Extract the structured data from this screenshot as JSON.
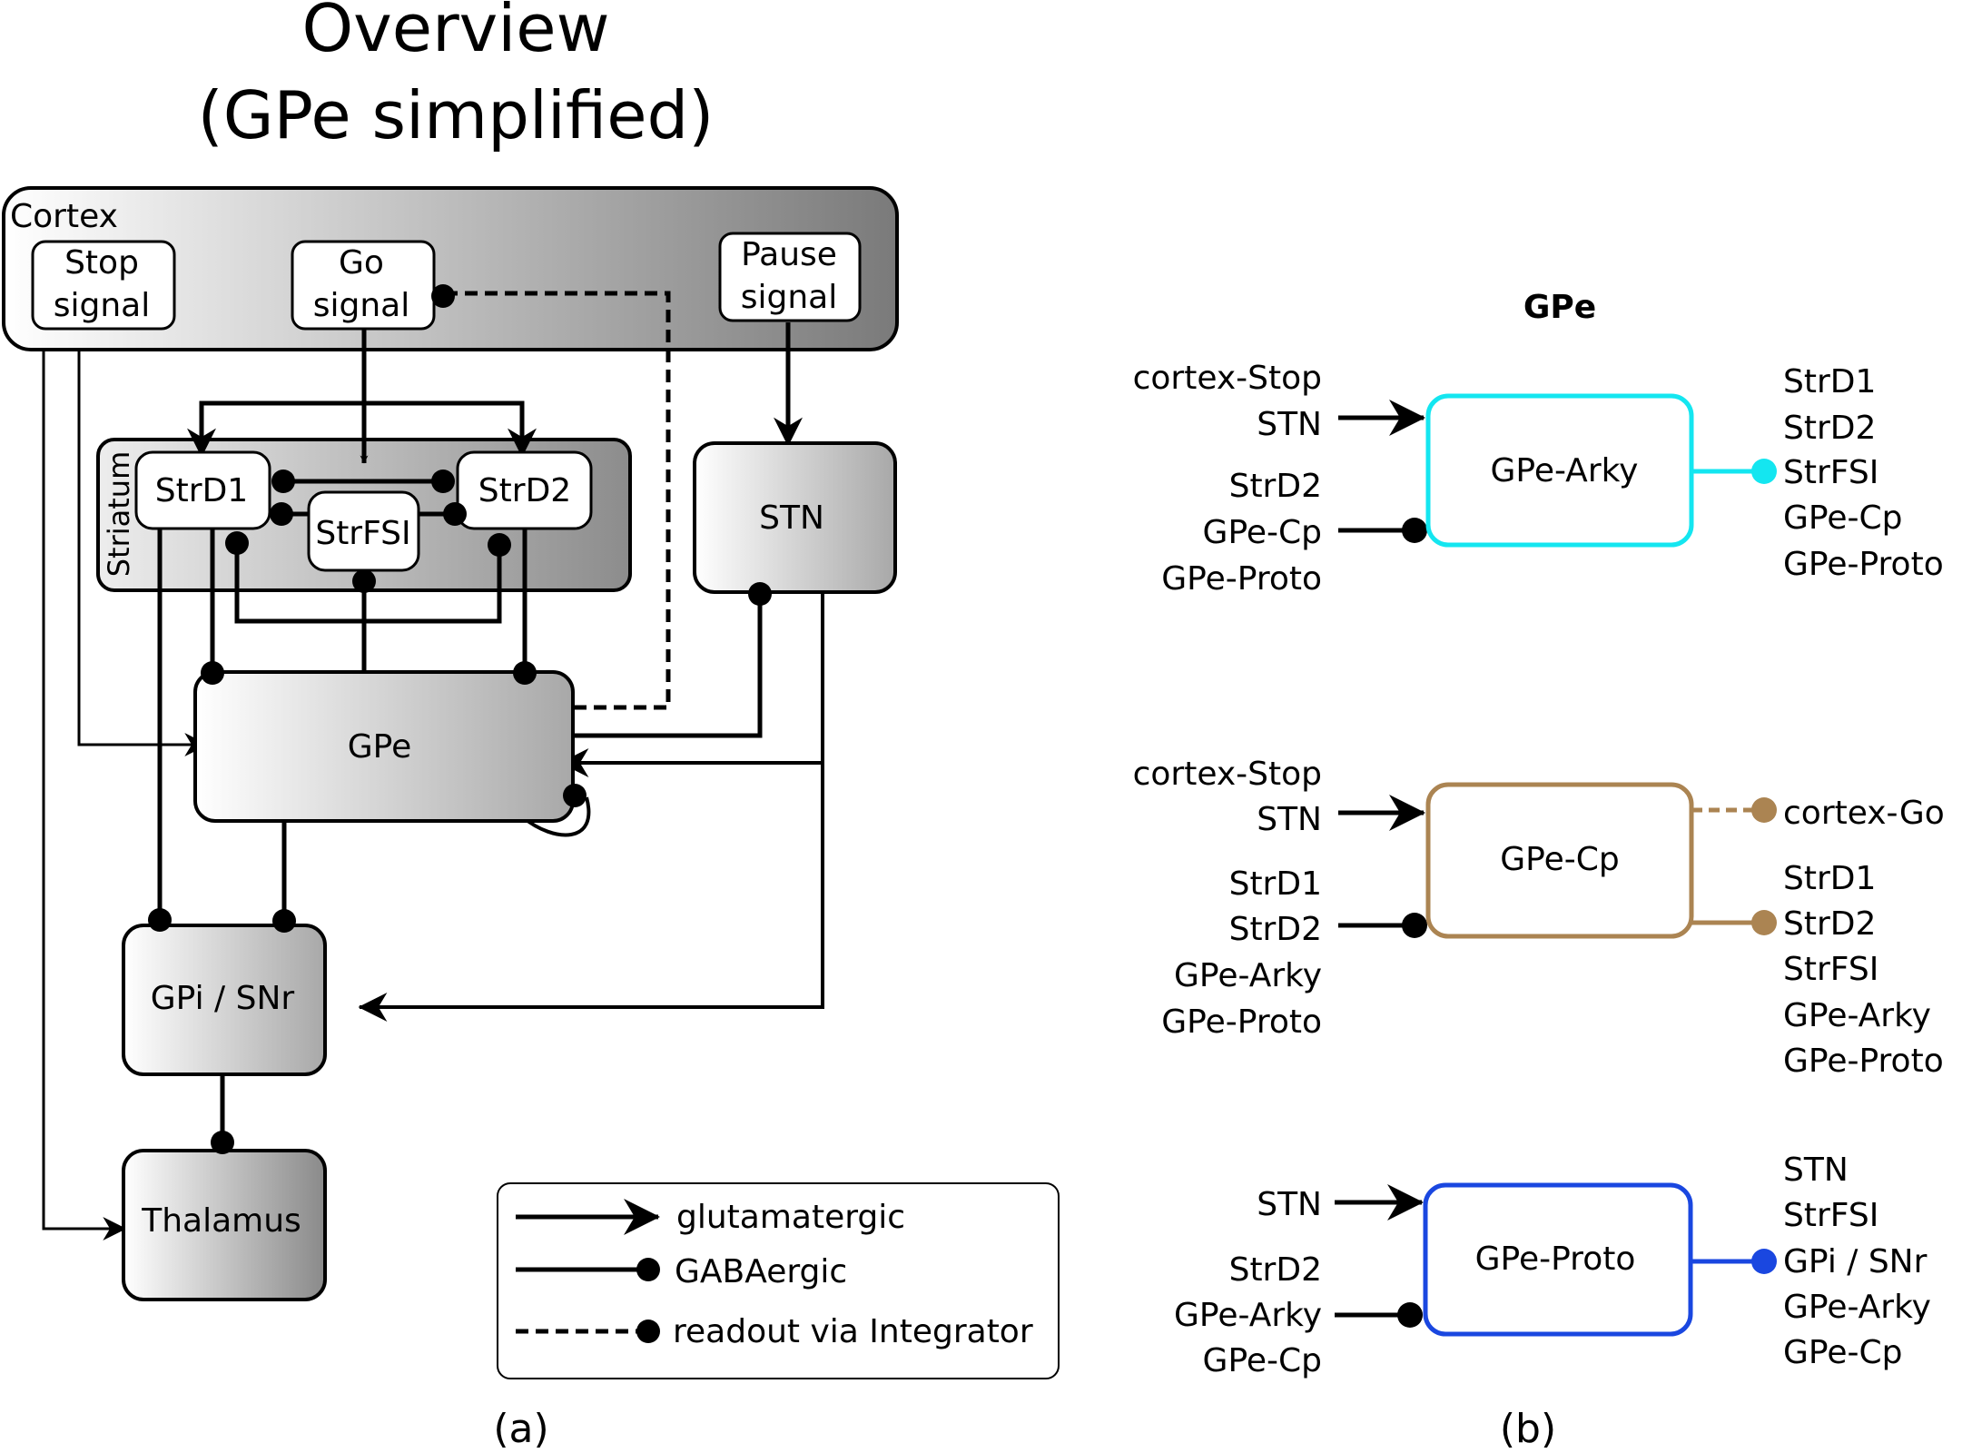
{
  "overview": {
    "title_line1": "Overview",
    "title_line2": "(GPe simplified)",
    "cortex_label": "Cortex",
    "stop_signal": [
      "Stop",
      "signal"
    ],
    "go_signal": [
      "Go",
      "signal"
    ],
    "pause_signal": [
      "Pause",
      "signal"
    ],
    "striatum_label": "Striatum",
    "strd1": "StrD1",
    "strd2": "StrD2",
    "strfsi": "StrFSI",
    "stn": "STN",
    "gpe": "GPe",
    "gpi": "GPi / SNr",
    "thalamus": "Thalamus",
    "panel_label": "(a)"
  },
  "legend": {
    "glutamatergic": "glutamatergic",
    "gabaergic": "GABAergic",
    "readout": "readout via Integrator"
  },
  "gpe_panel": {
    "title": "GPe",
    "panel_label": "(b)",
    "arky": {
      "name": "GPe-Arky",
      "color": "#14e6f0",
      "exc_inputs": [
        "cortex-Stop",
        "STN"
      ],
      "inh_inputs": [
        "StrD2",
        "GPe-Cp",
        "GPe-Proto"
      ],
      "outputs": [
        "StrD1",
        "StrD2",
        "StrFSI",
        "GPe-Cp",
        "GPe-Proto"
      ]
    },
    "cp": {
      "name": "GPe-Cp",
      "color": "#ab8452",
      "exc_inputs": [
        "cortex-Stop",
        "STN"
      ],
      "inh_inputs": [
        "StrD1",
        "StrD2",
        "GPe-Arky",
        "GPe-Proto"
      ],
      "readout_output": "cortex-Go",
      "outputs": [
        "StrD1",
        "StrD2",
        "StrFSI",
        "GPe-Arky",
        "GPe-Proto"
      ]
    },
    "proto": {
      "name": "GPe-Proto",
      "color": "#1a47e0",
      "exc_inputs": [
        "STN"
      ],
      "inh_inputs": [
        "StrD2",
        "GPe-Arky",
        "GPe-Cp"
      ],
      "outputs": [
        "STN",
        "StrFSI",
        "GPi / SNr",
        "GPe-Arky",
        "GPe-Cp"
      ]
    }
  }
}
